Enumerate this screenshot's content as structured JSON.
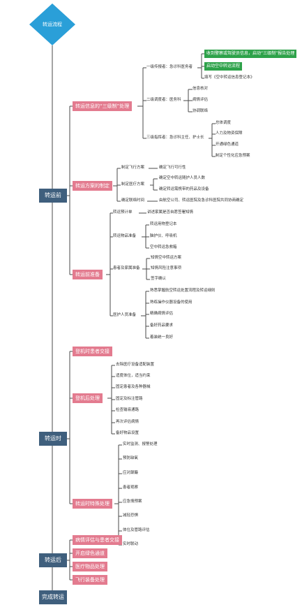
{
  "root": {
    "label": "转运流程"
  },
  "phases": {
    "before": "转运前",
    "during": "转运时",
    "after": "转运后",
    "done": "完成转运"
  },
  "before": {
    "info": {
      "label": "转运信息的“三级制”处理",
      "l1": "一级传报者：急诊科医务者",
      "l1_a": "收到警察或驾驶员信息，启动“三级制”报告处理",
      "l1_b": "启动空中转运流程",
      "l1_c": "填写《空中转运信息登记本》",
      "l2": "二级调度者：医务科",
      "l2_a": "信息核对",
      "l2_b": "病情评估",
      "l2_c": "协调联络",
      "l3": "三级指挥者：急诊科主任、护士长",
      "l3_a": "总体调度",
      "l3_b": "人力及物资保障",
      "l3_c": "开通绿色通道",
      "l3_d": "制定个性化应急预案"
    },
    "plan": {
      "label": "转运方案的制定",
      "a": "制定飞行方案",
      "a1": "确定飞行可行性",
      "b": "制定医疗方案",
      "b1": "确定空中转运随护人员人数",
      "b2": "确定转运需携带的药品及设备",
      "c": "确定联络时间",
      "c1": "由航空公司、转运医院及急诊科医院共同协商确定"
    },
    "prep": {
      "label": "转运前准备",
      "a": "转运预计单",
      "a1": "讲述家属是否自愿签署知情",
      "b": "转运物品准备",
      "b1": "转运用物登记本",
      "b2": "脑护仪、呼吸机",
      "b3": "空中转运急救箱",
      "c": "患者及家属准备",
      "c1": "知情空中转运方案",
      "c2": "知情风险注意事项",
      "c3": "签字确认",
      "d": "医护人员准备",
      "d1": "熟悉掌握航空转运处置流程及转运细则",
      "d2": "熟练操作仪器设备的使用",
      "d3": "精确病情评估",
      "d4": "备好药品要求",
      "d5": "着装统一良好"
    }
  },
  "during": {
    "handover": "登机时患者交接",
    "boarding": {
      "label": "登机后处理",
      "items": [
        "去除医疗设备适配装置",
        "适度体位，适当约束",
        "固定患者及各种器械",
        "固定及标注管路",
        "检查输液通路",
        "再次评估病情",
        "备好物品设置"
      ]
    },
    "flight": {
      "label": "转运时特殊处理",
      "items": [
        "实时监测、报警处理",
        "预防缺氧",
        "应对颠簸",
        "患者观察",
        "应急情预案",
        "减轻恐惧",
        "体位及管路评估",
        "实时联动"
      ]
    }
  },
  "after": {
    "items": [
      "病情评估与患者交接",
      "开启绿色通道",
      "医疗物品处理",
      "飞行装备处理"
    ]
  }
}
